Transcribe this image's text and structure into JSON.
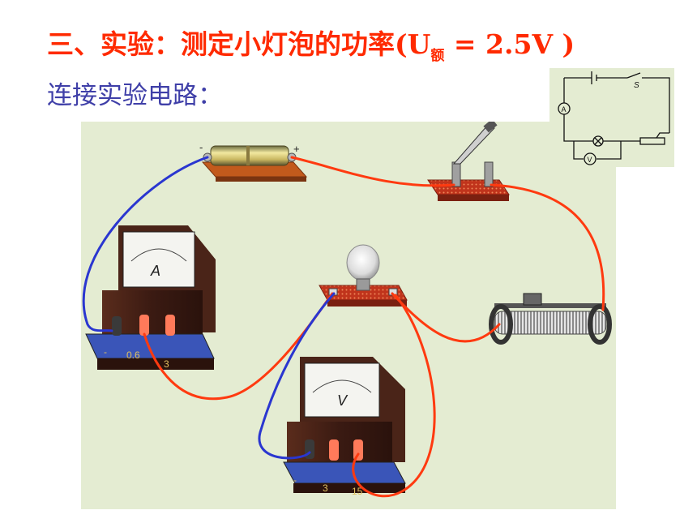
{
  "slide": {
    "title_main": "三、实验：测定小灯泡的功率(U",
    "title_sub": "额",
    "title_tail": " = 2.5V )",
    "subtitle": "连接实验电路："
  },
  "apparatus": {
    "battery": {
      "neg": "-",
      "pos": "+"
    },
    "ammeter": {
      "face": "A",
      "terminals": [
        "-",
        "0.6",
        "3"
      ]
    },
    "voltmeter": {
      "face": "V",
      "terminals": [
        "-",
        "3",
        "15"
      ]
    },
    "lamp": {},
    "switch": {},
    "rheostat": {}
  },
  "circuit_diagram": {
    "switch_label": "S",
    "ammeter_symbol": "A",
    "voltmeter_symbol": "V"
  },
  "colors": {
    "title": "#ff2a00",
    "subtitle": "#3f3fa8",
    "wire_red": "#ff3a10",
    "wire_blue": "#2a36d0",
    "board": "#e4ecd2"
  }
}
